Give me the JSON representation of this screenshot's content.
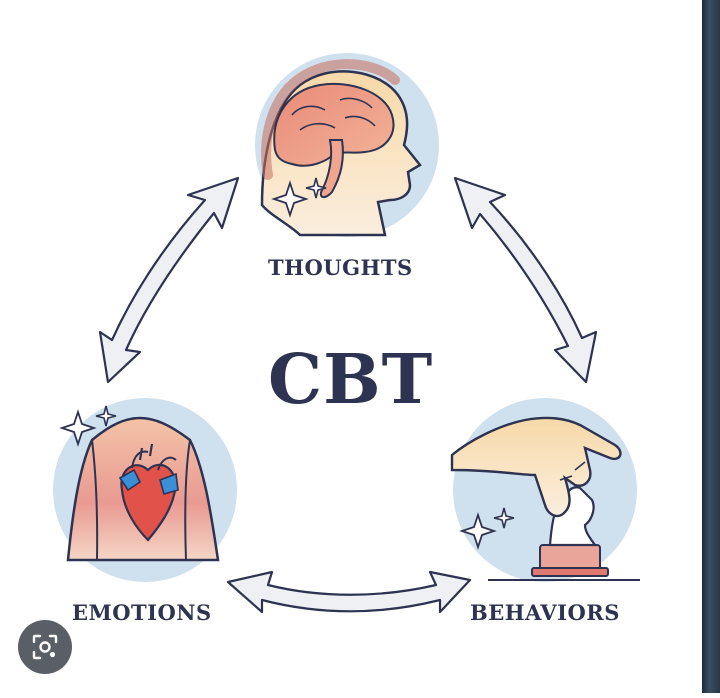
{
  "diagram": {
    "title": "CBT",
    "nodes": [
      {
        "id": "thoughts",
        "label": "THOUGHTS",
        "icon": "head-brain-icon"
      },
      {
        "id": "emotions",
        "label": "EMOTIONS",
        "icon": "chest-heart-icon"
      },
      {
        "id": "behaviors",
        "label": "BEHAVIORS",
        "icon": "hand-chess-knight-icon"
      }
    ],
    "edges": [
      {
        "from": "thoughts",
        "to": "emotions",
        "direction": "bidirectional"
      },
      {
        "from": "thoughts",
        "to": "behaviors",
        "direction": "bidirectional"
      },
      {
        "from": "emotions",
        "to": "behaviors",
        "direction": "bidirectional"
      }
    ]
  },
  "colors": {
    "circle_fill": "#cfe0ee",
    "label_text": "#2d3350",
    "arrow_fill": "#eef0f3",
    "arrow_stroke": "#2d3350",
    "accent_red": "#d9534f",
    "accent_blue": "#3a8fd6"
  },
  "overlay": {
    "lens_icon": "visual-search-icon"
  }
}
